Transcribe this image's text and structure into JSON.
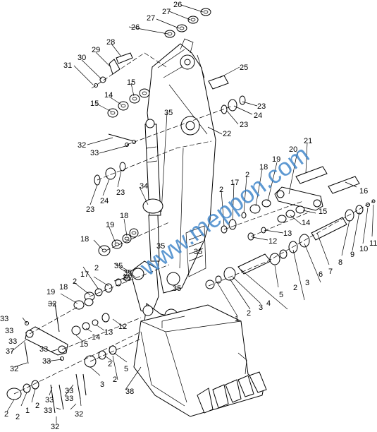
{
  "watermark": "www.meppon.com",
  "callouts": [
    "1",
    "2",
    "3",
    "4",
    "5",
    "6",
    "7",
    "8",
    "9",
    "10",
    "11",
    "12",
    "13",
    "14",
    "15",
    "16",
    "17",
    "18",
    "19",
    "20",
    "21",
    "22",
    "23",
    "24",
    "25",
    "26",
    "27",
    "28",
    "29",
    "30",
    "31",
    "32",
    "33",
    "34",
    "35",
    "36",
    "37",
    "38"
  ]
}
